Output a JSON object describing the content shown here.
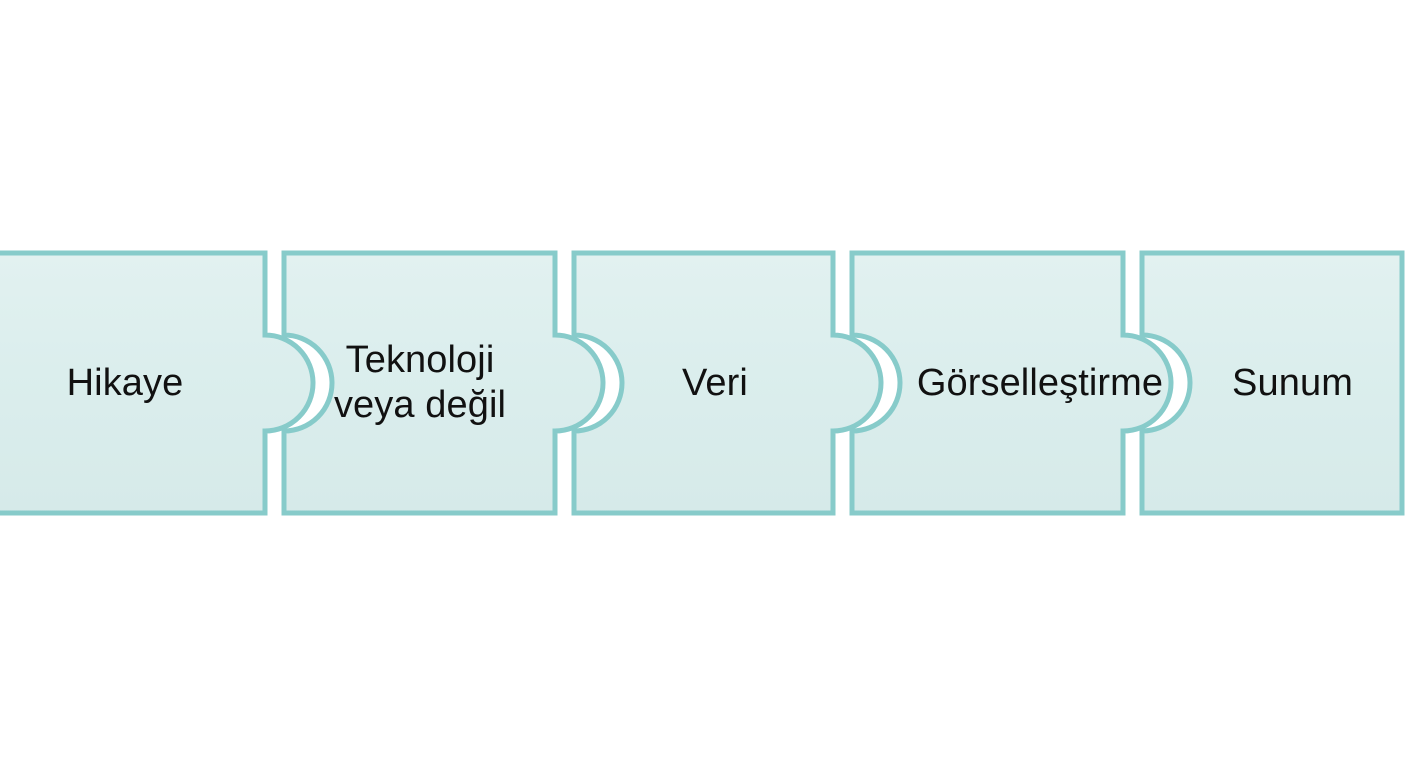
{
  "diagram": {
    "type": "interlocking-puzzle-process",
    "title_text": "",
    "orientation": "horizontal",
    "piece_count": 5,
    "colors": {
      "background": "#ffffff",
      "piece_fill": "#daeceb",
      "piece_fill_light": "#e4f2f1",
      "piece_border": "#87cbca",
      "gap": "#ffffff",
      "label_text": "#111111"
    },
    "pieces": [
      {
        "index": 1,
        "label": "Hikaye",
        "left_edge": "flat",
        "right_edge": "tab",
        "font_size": 38
      },
      {
        "index": 2,
        "label": "Teknoloji\nveya değil",
        "left_edge": "notch",
        "right_edge": "tab",
        "font_size": 38
      },
      {
        "index": 3,
        "label": "Veri",
        "left_edge": "notch",
        "right_edge": "tab",
        "font_size": 38
      },
      {
        "index": 4,
        "label": "Görselleştirme",
        "left_edge": "notch",
        "right_edge": "tab",
        "font_size": 38
      },
      {
        "index": 5,
        "label": "Sunum",
        "left_edge": "notch",
        "right_edge": "flat",
        "font_size": 38
      }
    ]
  }
}
